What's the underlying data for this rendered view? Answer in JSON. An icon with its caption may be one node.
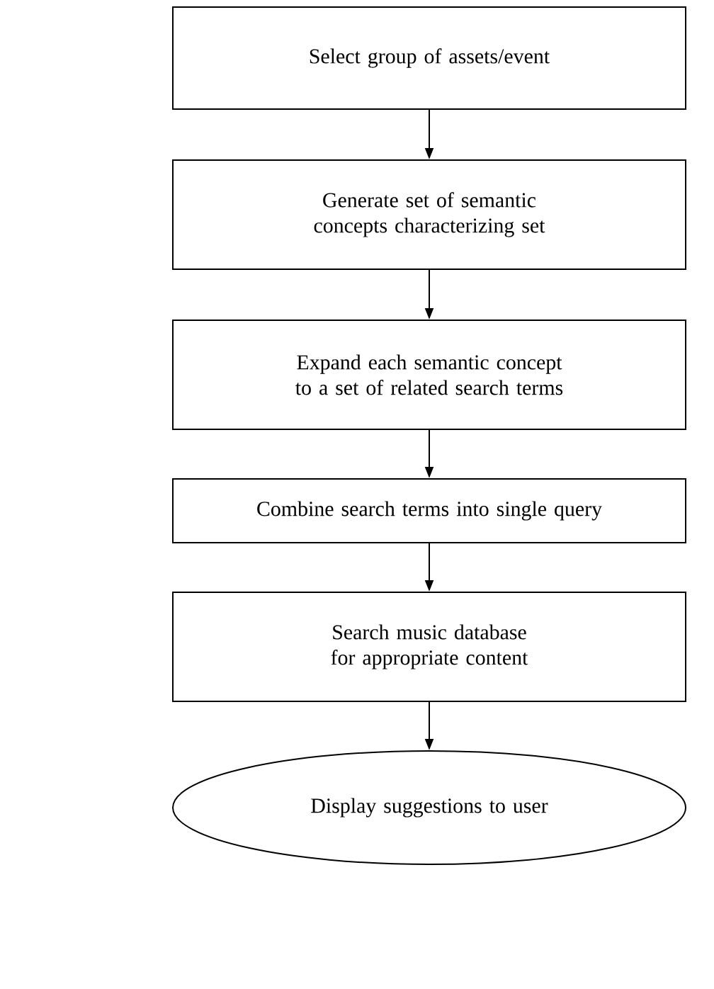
{
  "diagram": {
    "nodes": [
      {
        "text": [
          "Select group of assets/event"
        ]
      },
      {
        "text": [
          "Generate set of semantic concepts characterizing set"
        ]
      },
      {
        "text": [
          "Expand each semantic concept to a set of related search terms"
        ]
      },
      {
        "text": [
          "Combine search terms into single query"
        ]
      },
      {
        "text": [
          "Search music database for appropriate content"
        ]
      },
      {
        "text": [
          "Display suggestions to user"
        ]
      }
    ],
    "edges": [
      {
        "from": 0,
        "to": 1,
        "arrow": "to"
      },
      {
        "from": 1,
        "to": 2,
        "arrow": "to"
      },
      {
        "from": 2,
        "to": 3,
        "arrow": "to"
      },
      {
        "from": 3,
        "to": 4,
        "arrow": "to"
      },
      {
        "from": 4,
        "to": 5,
        "arrow": "to"
      }
    ]
  }
}
